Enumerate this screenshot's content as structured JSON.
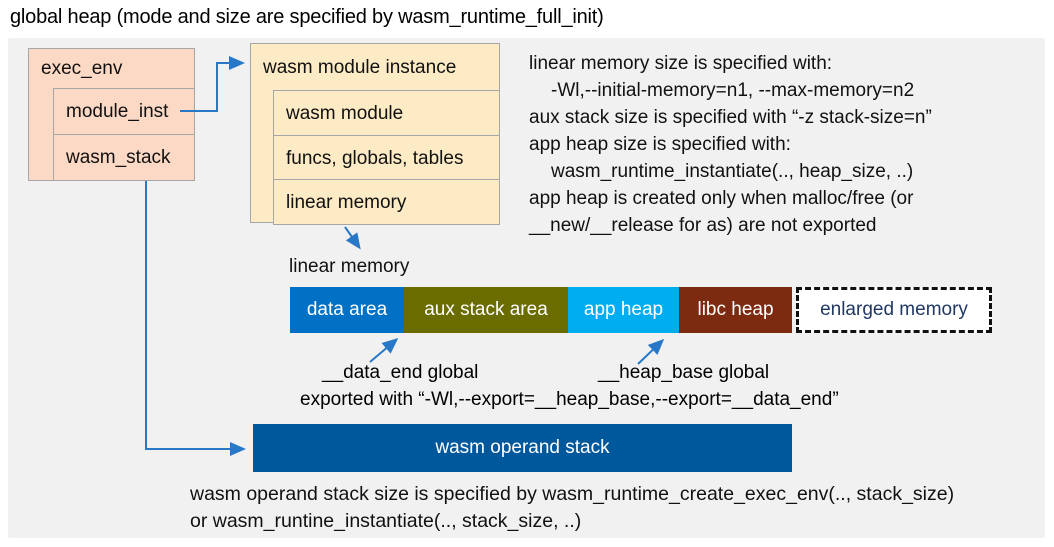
{
  "title": "global heap (mode and size are specified by wasm_runtime_full_init)",
  "exec_env": {
    "header": "exec_env",
    "rows": [
      "module_inst",
      "wasm_stack"
    ]
  },
  "module_instance": {
    "header": "wasm module instance",
    "rows": [
      "wasm module",
      "funcs, globals, tables",
      "linear memory"
    ]
  },
  "memory_notes": {
    "lines": [
      "linear memory size is specified with:",
      "-Wl,--initial-memory=n1, --max-memory=n2",
      "aux stack size is specified with “-z stack-size=n”",
      "app heap size is specified with:",
      "wasm_runtime_instantiate(.., heap_size, ..)",
      "app heap is created only when malloc/free (or",
      "__new/__release for as) are not exported"
    ]
  },
  "linear_memory": {
    "label": "linear memory",
    "segments": [
      {
        "label": "data area",
        "color": "#0071C5"
      },
      {
        "label": "aux stack area",
        "color": "#6B6C00"
      },
      {
        "label": "app heap",
        "color": "#00AEEF"
      },
      {
        "label": "libc heap",
        "color": "#7C2B10"
      },
      {
        "label": "enlarged memory",
        "color": "#FFFFFF",
        "text_color": "#1F3864",
        "border": "dashed"
      }
    ],
    "data_end_label": "__data_end global",
    "heap_base_label": "__heap_base global",
    "export_note": "exported with “-Wl,--export=__heap_base,--export=__data_end”"
  },
  "operand_stack": {
    "label": "wasm operand stack",
    "notes": [
      "wasm operand stack size is specified by wasm_runtime_create_exec_env(.., stack_size)",
      "or wasm_runtine_instantiate(.., stack_size, ..)"
    ]
  },
  "colors": {
    "panel_background": "#F1F1F2",
    "exec_env_box": "#FCD9C5",
    "module_instance_box": "#FCEBC5",
    "box_border": "#A6A6A6",
    "arrow_blue": "#2878C8",
    "operand_stack_bar": "#00589C",
    "enlarged_memory_text": "#1F3864"
  }
}
